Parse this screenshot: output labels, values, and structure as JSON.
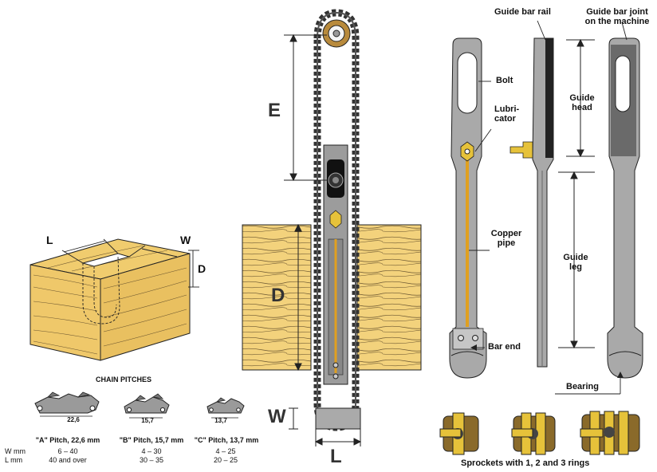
{
  "block_diagram": {
    "length_label": "L",
    "width_label": "W",
    "depth_label": "D"
  },
  "chain_pitches": {
    "heading": "CHAIN PITCHES",
    "row_label_w": "W mm",
    "row_label_l": "L  mm",
    "pitches": [
      {
        "name": "\"A\" Pitch, 22,6 mm",
        "gauge": "22,6",
        "w_range": "6 – 40",
        "l_range": "40 and over"
      },
      {
        "name": "\"B\" Pitch, 15,7 mm",
        "gauge": "15,7",
        "w_range": "4 – 30",
        "l_range": "30 – 35"
      },
      {
        "name": "\"C\" Pitch, 13,7 mm",
        "gauge": "13,7",
        "w_range": "4 – 25",
        "l_range": "20 – 25"
      }
    ]
  },
  "mortiser_diagram": {
    "e_label": "E",
    "d_label": "D",
    "w_label": "W",
    "l_label": "L"
  },
  "guide_bar_diagram": {
    "rail_label": "Guide bar rail",
    "joint_label": "Guide bar joint\non the machine",
    "bolt_label": "Bolt",
    "lubricator_label": "Lubri-\ncator",
    "head_label": "Guide\nhead",
    "copper_label": "Copper\npipe",
    "leg_label": "Guide\nleg",
    "bar_end_label": "Bar end",
    "bearing_label": "Bearing",
    "sprockets_caption": "Sprockets with 1, 2 and 3 rings"
  },
  "colors": {
    "wood": "#f3d27c",
    "wood_grain": "#5a4a2a",
    "bar_grey": "#a9a9a9",
    "copper": "#e0a020",
    "brass": "#e6c23a",
    "chain": "#333333"
  }
}
